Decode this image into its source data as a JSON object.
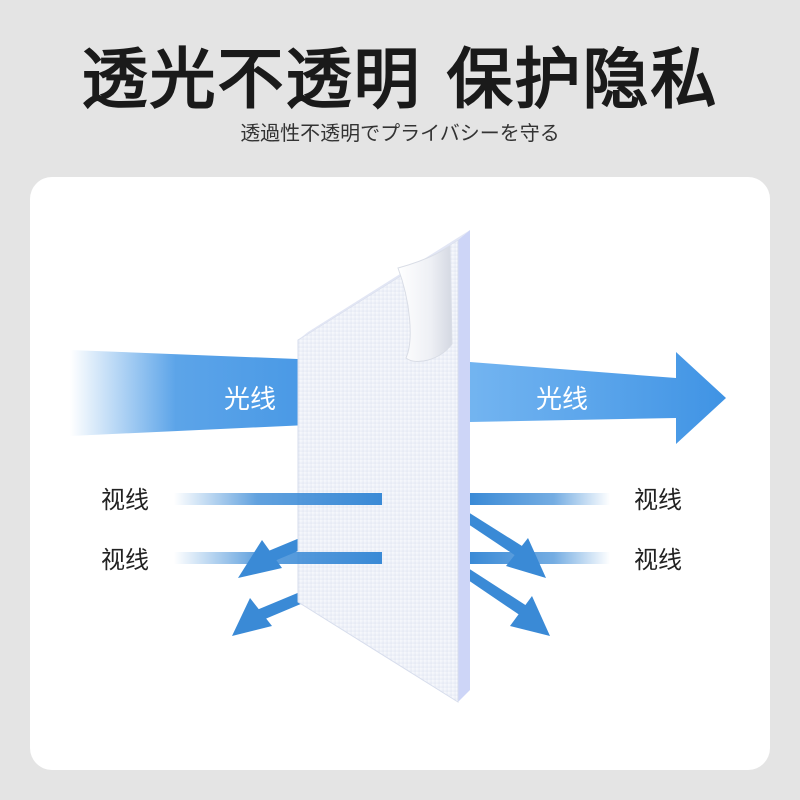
{
  "header": {
    "title": "透光不透明 保护隐私",
    "subtitle": "透過性不透明でプライバシーを守る"
  },
  "diagram": {
    "light_label_left": "光线",
    "light_label_right": "光线",
    "sight_labels_left": [
      "视线",
      "视线"
    ],
    "sight_labels_right": [
      "视线",
      "视线"
    ]
  },
  "colors": {
    "background": "#e4e4e4",
    "card": "#ffffff",
    "arrow_blue": "#4a9ae6",
    "sight_blue": "#3a8ad6",
    "film_edge": "#c9d2f5",
    "film_face": "#eef1f8"
  }
}
